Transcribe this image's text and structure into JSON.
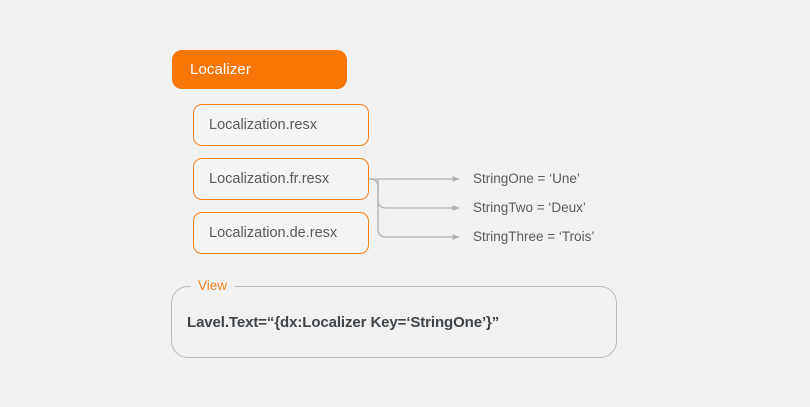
{
  "theme": {
    "background": "#f1f1f1",
    "accent_orange": "#f97706",
    "border_orange": "#f5821f",
    "connector_gray": "#b3b3b3",
    "text_gray": "#595959",
    "code_text": "#3f4448",
    "panel_border": "#b9b9b9"
  },
  "header": {
    "label": "Localizer"
  },
  "resources": {
    "items": [
      {
        "label": "Localization.resx"
      },
      {
        "label": "Localization.fr.resx"
      },
      {
        "label": "Localization.de.resx"
      }
    ]
  },
  "strings": {
    "items": [
      {
        "label": "StringOne = ‘Une’"
      },
      {
        "label": "StringTwo = ‘Deux’"
      },
      {
        "label": "StringThree = ‘Trois’"
      }
    ]
  },
  "view_panel": {
    "legend": "View",
    "code": "Lavel.Text=“{dx:Localizer Key=‘StringOne’}”"
  }
}
